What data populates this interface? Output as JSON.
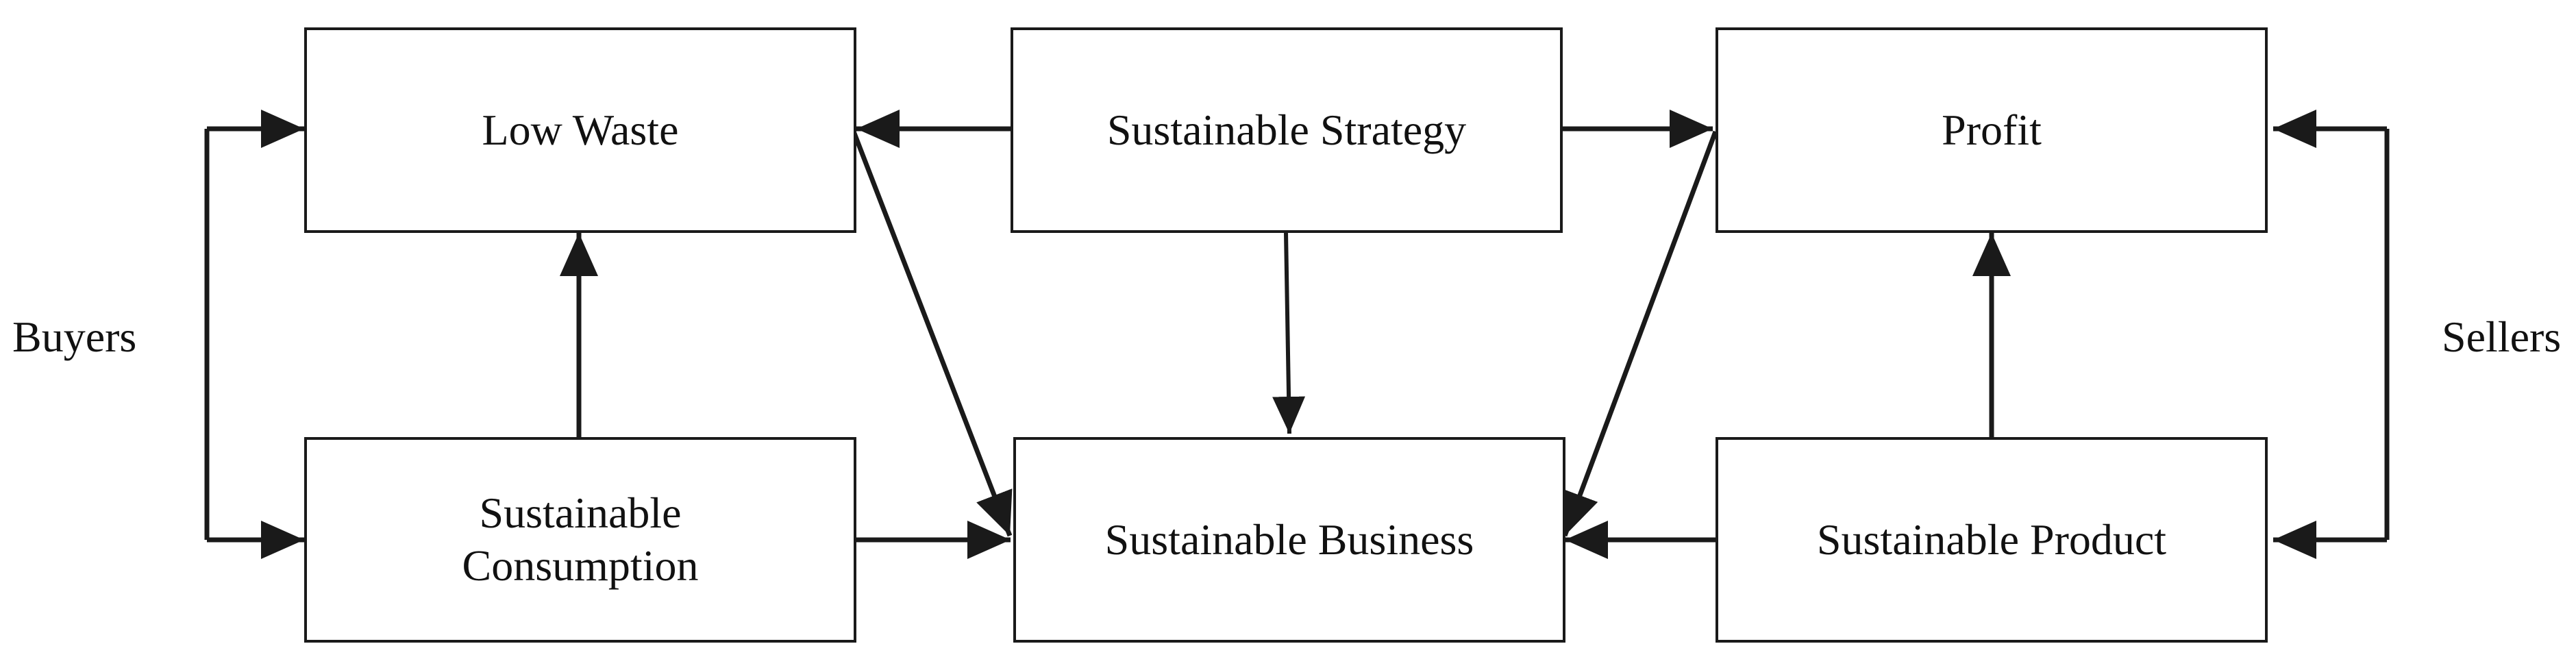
{
  "diagram": {
    "nodes": {
      "low_waste": "Low Waste",
      "sustainable_strategy": "Sustainable Strategy",
      "profit": "Profit",
      "sustainable_consumption": "Sustainable\nConsumption",
      "sustainable_business": "Sustainable Business",
      "sustainable_product": "Sustainable Product"
    },
    "side_labels": {
      "buyers": "Buyers",
      "sellers": "Sellers"
    },
    "edges": [
      {
        "from": "sustainable_strategy",
        "to": "low_waste"
      },
      {
        "from": "sustainable_strategy",
        "to": "profit"
      },
      {
        "from": "sustainable_strategy",
        "to": "sustainable_business"
      },
      {
        "from": "sustainable_consumption",
        "to": "low_waste"
      },
      {
        "from": "sustainable_consumption",
        "to": "sustainable_business"
      },
      {
        "from": "low_waste",
        "to": "sustainable_business"
      },
      {
        "from": "profit",
        "to": "sustainable_business"
      },
      {
        "from": "sustainable_product",
        "to": "sustainable_business"
      },
      {
        "from": "sustainable_product",
        "to": "profit"
      },
      {
        "from": "buyers",
        "to": "low_waste"
      },
      {
        "from": "buyers",
        "to": "sustainable_consumption"
      },
      {
        "from": "sellers",
        "to": "profit"
      },
      {
        "from": "sellers",
        "to": "sustainable_product"
      }
    ],
    "colors": {
      "stroke": "#1a1a1a",
      "background": "#ffffff"
    }
  }
}
